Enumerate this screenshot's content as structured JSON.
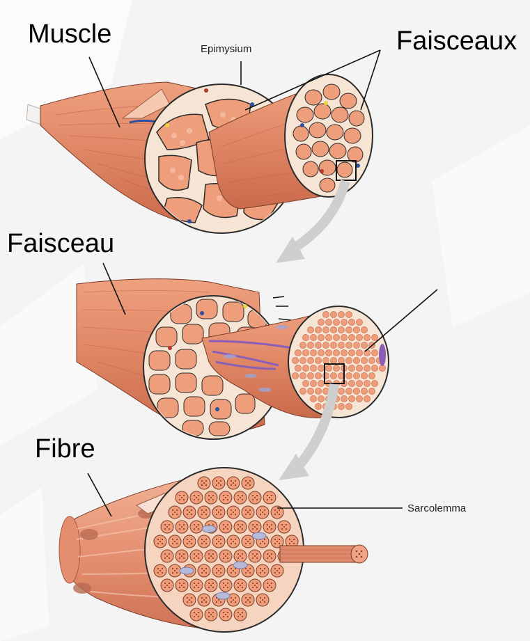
{
  "labels": {
    "muscle": "Muscle",
    "faisceaux": "Faisceaux",
    "faisceau": "Faisceau",
    "fibre": "Fibre",
    "epimysium": "Epimysium",
    "sarcolemma": "Sarcolemma"
  },
  "colors": {
    "muscle_fill": "#e38a68",
    "muscle_dark": "#c8684a",
    "muscle_light": "#f1ad90",
    "fascicle_fill": "#ef9e7c",
    "sheath": "#f6e7da",
    "outline": "#2b2b2b",
    "arrow": "#cfcfcf",
    "vessel_blue": "#2c4f9e",
    "vessel_red": "#b7322b",
    "nerve_yellow": "#f0d23c",
    "nerve_purple": "#8a5fb5",
    "background": "#f4f4f5"
  }
}
